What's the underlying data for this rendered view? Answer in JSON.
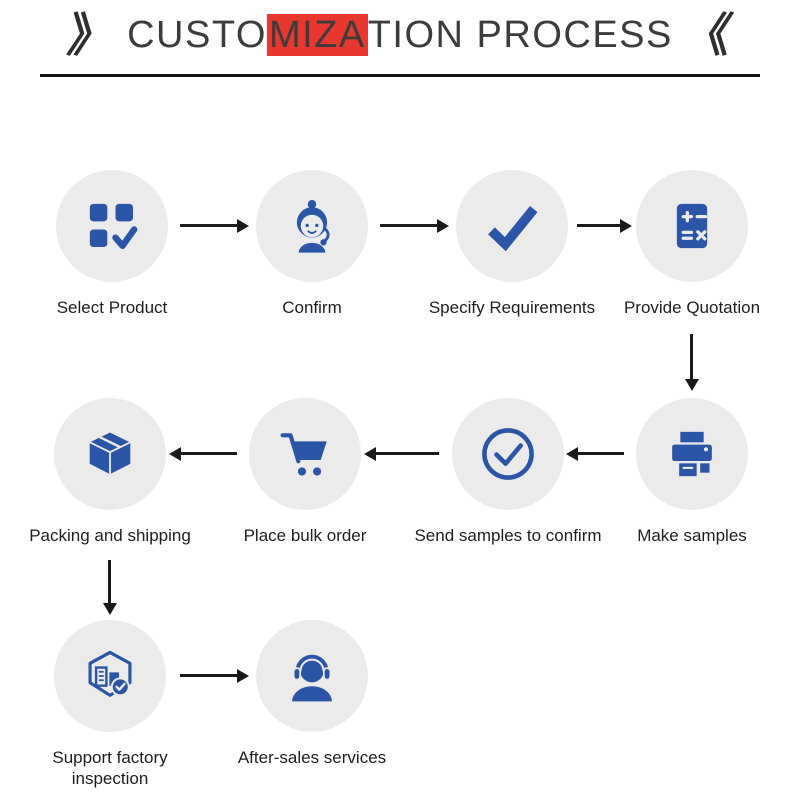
{
  "title": {
    "left_mark": "》",
    "right_mark": "《",
    "prefix": "CUSTO",
    "highlight": "MIZA",
    "suffix": "TION PROCESS"
  },
  "colors": {
    "accent_blue": "#2B55A6",
    "circle_bg": "#EBEBEB",
    "highlight_red": "#E8372E",
    "arrow_black": "#1A1A1A",
    "title_gray": "#3C3C3C"
  },
  "steps": [
    {
      "label": "Select Product",
      "icon": "product-grid-check-icon"
    },
    {
      "label": "Confirm",
      "icon": "customer-service-agent-icon"
    },
    {
      "label": "Specify Requirements",
      "icon": "checkmark-icon"
    },
    {
      "label": "Provide Quotation",
      "icon": "calculator-icon"
    },
    {
      "label": "Make samples",
      "icon": "printer-icon"
    },
    {
      "label": "Send samples to confirm",
      "icon": "circle-check-icon"
    },
    {
      "label": "Place bulk order",
      "icon": "shopping-cart-icon"
    },
    {
      "label": "Packing and shipping",
      "icon": "package-box-icon"
    },
    {
      "label": "Support factory inspection",
      "icon": "factory-inspection-icon"
    },
    {
      "label": "After-sales services",
      "icon": "headset-person-icon"
    }
  ]
}
